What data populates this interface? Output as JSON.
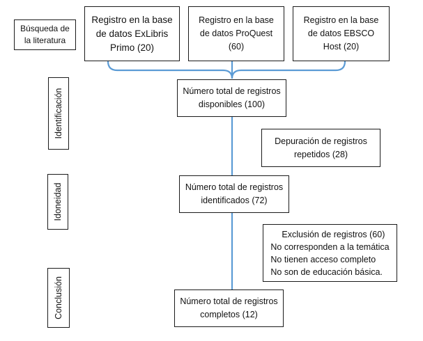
{
  "stages": {
    "busqueda": {
      "lines": [
        "Búsqueda de",
        "la literatura"
      ]
    },
    "identificacion": "Identificación",
    "idoneidad": "Idoneidad",
    "conclusion": "Conclusión"
  },
  "sources": [
    {
      "lines": [
        "Registro en la base",
        "de datos ExLibris",
        "Primo (20)"
      ]
    },
    {
      "lines": [
        "Registro en la base",
        "de datos ProQuest",
        "(60)"
      ]
    },
    {
      "lines": [
        "Registro en la base",
        "de datos EBSCO",
        "Host (20)"
      ]
    }
  ],
  "total_disponibles": {
    "lines": [
      "Número total de registros",
      "disponibles (100)"
    ]
  },
  "depuracion": {
    "lines": [
      "Depuración de registros",
      "repetidos (28)"
    ]
  },
  "total_identificados": {
    "lines": [
      "Número total de registros",
      "identificados (72)"
    ]
  },
  "exclusion": {
    "lines": [
      "Exclusión de registros (60)",
      "No corresponden a la temática",
      "No tienen acceso completo",
      "No son de educación básica."
    ]
  },
  "total_completos": {
    "lines": [
      "Número total de registros",
      "completos (12)"
    ]
  },
  "colors": {
    "connector": "#5b9bd5",
    "border": "#1a1a1a"
  }
}
